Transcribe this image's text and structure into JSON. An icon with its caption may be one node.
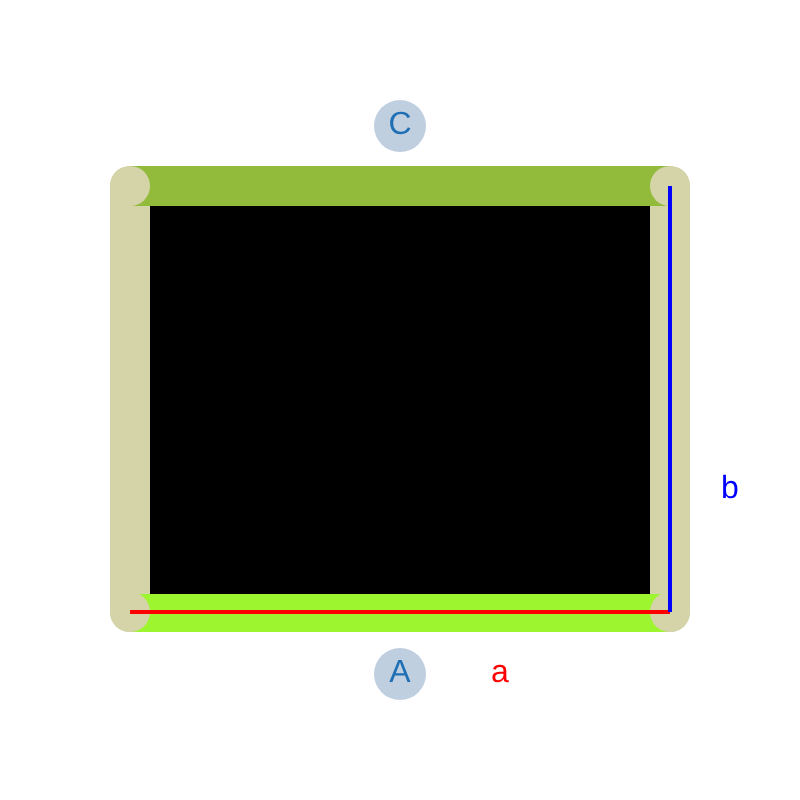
{
  "diagram": {
    "nodes": [
      {
        "text": [
          "C"
        ]
      },
      {
        "text": [
          "A"
        ]
      }
    ],
    "labels": [
      "b",
      "a"
    ]
  }
}
